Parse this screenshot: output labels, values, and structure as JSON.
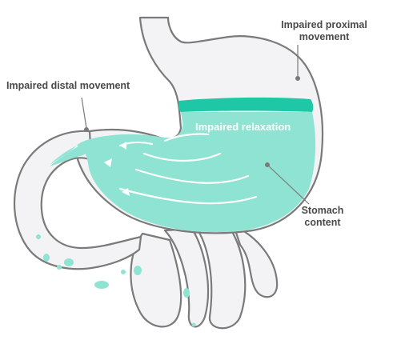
{
  "labels": {
    "proximal_line1": "Impaired proximal",
    "proximal_line2": "movement",
    "distal": "Impaired distal movement",
    "relaxation": "Impaired relaxation",
    "content_line1": "Stomach",
    "content_line2": "content"
  },
  "colors": {
    "outline": "#7a7a7a",
    "organ_fill": "#f3f3f5",
    "content_fill": "#8fe3d3",
    "content_top": "#1ec7a6",
    "arrow": "#ffffff",
    "text": "#4a4a4a"
  }
}
